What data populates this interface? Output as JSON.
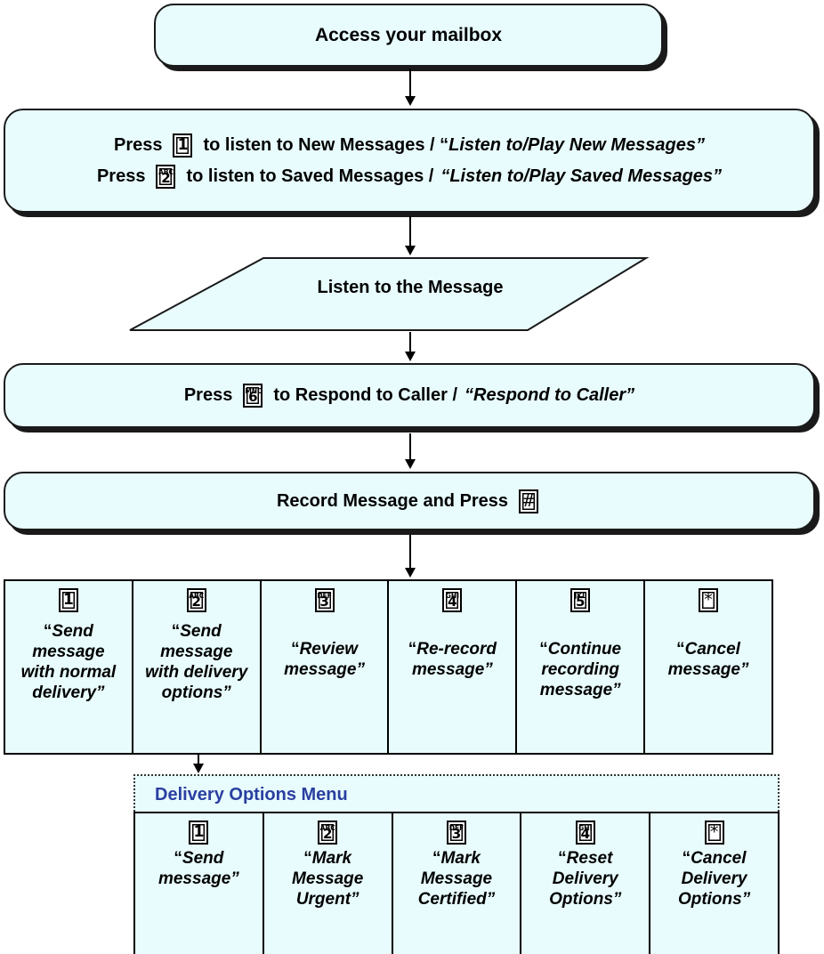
{
  "access": {
    "label": "Access your mailbox"
  },
  "press_box": {
    "line1": {
      "press": "Press",
      "key": "1",
      "text": "to listen to New Messages / “",
      "italic": "Listen to/Play New Messages”"
    },
    "line2": {
      "press": "Press",
      "key_letters": "ABC",
      "key": "2",
      "text": "to listen to Saved Messages / ",
      "italic": "“Listen to/Play Saved Messages”"
    }
  },
  "listen": {
    "label": "Listen to the Message"
  },
  "respond": {
    "press": "Press",
    "key_letters": "MNO",
    "key": "6",
    "text": "to Respond to Caller / ",
    "italic": "“Respond to Caller”"
  },
  "record": {
    "label": "Record Message and Press",
    "key": "#"
  },
  "options": [
    {
      "key_letters": "",
      "key": "1",
      "quote": "“",
      "label": "Send message with normal delivery”"
    },
    {
      "key_letters": "ABC",
      "key": "2",
      "quote": "“",
      "label": "Send message with delivery options”"
    },
    {
      "key_letters": "DEF",
      "key": "3",
      "quote": "“",
      "label": "Review message”"
    },
    {
      "key_letters": "GHI",
      "key": "4",
      "quote": "“",
      "label": "Re-record message”"
    },
    {
      "key_letters": "JKL",
      "key": "5",
      "quote": "“",
      "label": "Continue recording message”"
    },
    {
      "key_letters": "",
      "key": "*",
      "quote": "“",
      "label": "Cancel message”"
    }
  ],
  "delivery_menu": {
    "title": "Delivery Options Menu",
    "items": [
      {
        "key_letters": "",
        "key": "1",
        "quote": "“",
        "label": "Send message”"
      },
      {
        "key_letters": "ABC",
        "key": "2",
        "quote": "“",
        "label": "Mark Message Urgent”"
      },
      {
        "key_letters": "DEF",
        "key": "3",
        "quote": "“",
        "label": "Mark Message Certified”"
      },
      {
        "key_letters": "GHI",
        "key": "4",
        "quote": "“",
        "label": "Reset Delivery Options”"
      },
      {
        "key_letters": "",
        "key": "*",
        "quote": "“",
        "label": "Cancel Delivery Options”"
      }
    ]
  },
  "colors": {
    "fill": "#e8fcfd",
    "menu_title": "#2a3fa0"
  }
}
